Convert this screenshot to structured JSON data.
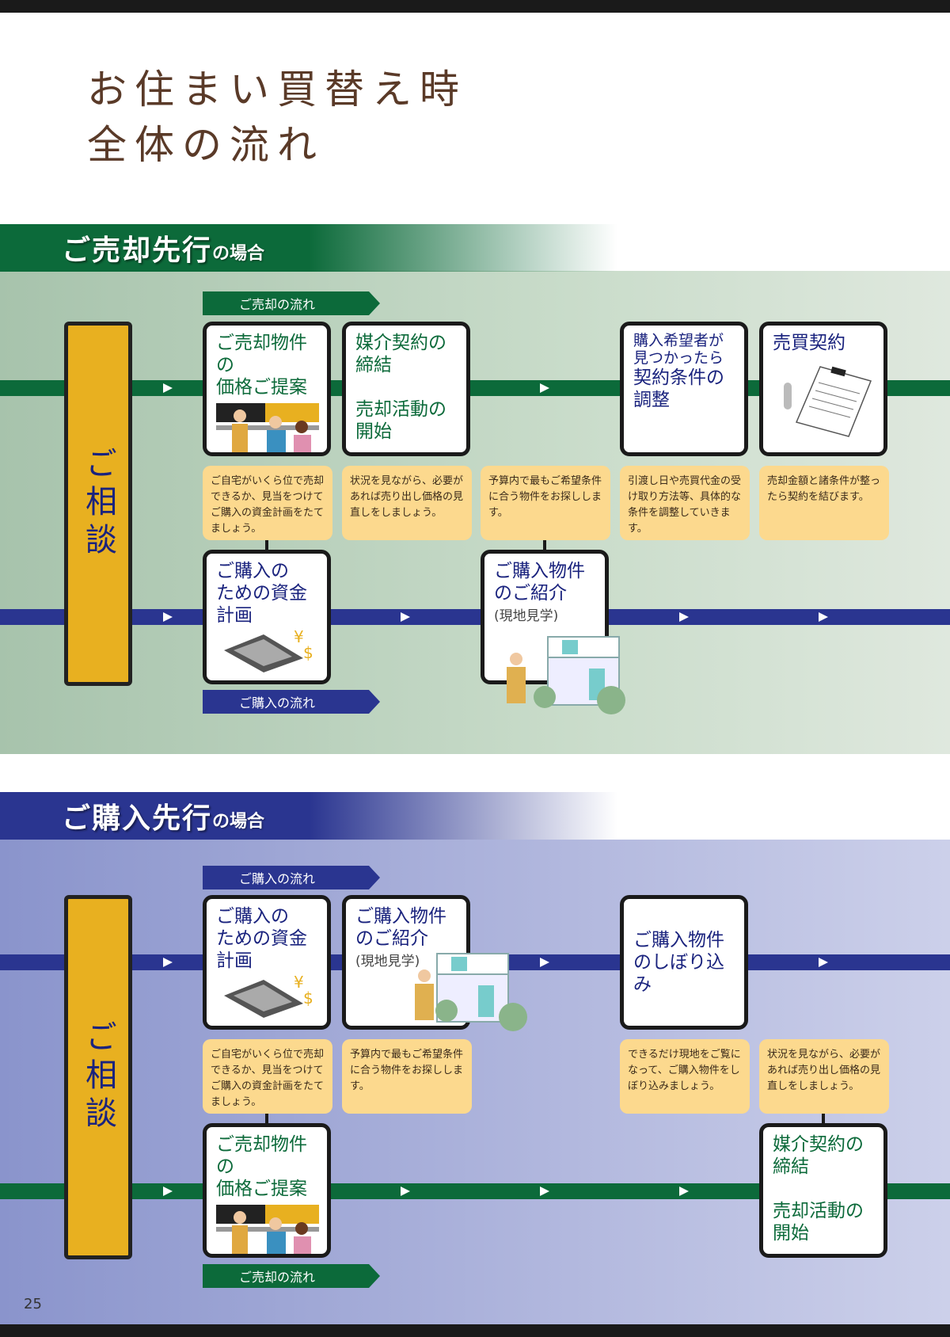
{
  "title": {
    "line1": "お住まい買替え時",
    "line2": "全体の流れ"
  },
  "sale_first": {
    "header_big": "ご売却先行",
    "header_small": "の場合",
    "consult": "ご相談",
    "sale_flow_tag": "ご売却の流れ",
    "purchase_flow_tag": "ご購入の流れ",
    "cards": {
      "price": "ご売却物件の\n価格ご提案",
      "broker": "媒介契約の\n締結\n\n売却活動の\n開始",
      "adjust_small": "購入希望者が\n見つかったら",
      "adjust": "契約条件の\n調整",
      "contract": "売買契約",
      "funds": "ご購入の\nための資金\n計画",
      "intro": "ご購入物件\nのご紹介",
      "intro_sub": "(現地見学)"
    },
    "notes": {
      "n1": "ご自宅がいくら位で売却できるか、見当をつけてご購入の資金計画をたてましょう。",
      "n2": "状況を見ながら、必要があれば売り出し価格の見直しをしましょう。",
      "n3": "予算内で最もご希望条件に合う物件をお探しします。",
      "n4": "引渡し日や売買代金の受け取り方法等、具体的な条件を調整していきます。",
      "n5": "売却金額と諸条件が整ったら契約を結びます。"
    }
  },
  "purchase_first": {
    "header_big": "ご購入先行",
    "header_small": "の場合",
    "consult": "ご相談",
    "purchase_flow_tag": "ご購入の流れ",
    "sale_flow_tag": "ご売却の流れ",
    "cards": {
      "funds": "ご購入の\nための資金\n計画",
      "intro": "ご購入物件\nのご紹介",
      "intro_sub": "(現地見学)",
      "narrow": "ご購入物件\nのしぼり込み",
      "price": "ご売却物件の\n価格ご提案",
      "broker": "媒介契約の\n締結\n\n売却活動の\n開始"
    },
    "notes": {
      "n1": "ご自宅がいくら位で売却できるか、見当をつけてご購入の資金計画をたてましょう。",
      "n2": "予算内で最もご希望条件に合う物件をお探しします。",
      "n3": "できるだけ現地をご覧になって、ご購入物件をしぼり込みましょう。",
      "n4": "状況を見ながら、必要があれば売り出し価格の見直しをしましょう。"
    }
  },
  "page_number": "25",
  "colors": {
    "green": "#0c6a3a",
    "blue": "#2a3590",
    "note": "#fcd98e",
    "consult": "#e8b020"
  }
}
